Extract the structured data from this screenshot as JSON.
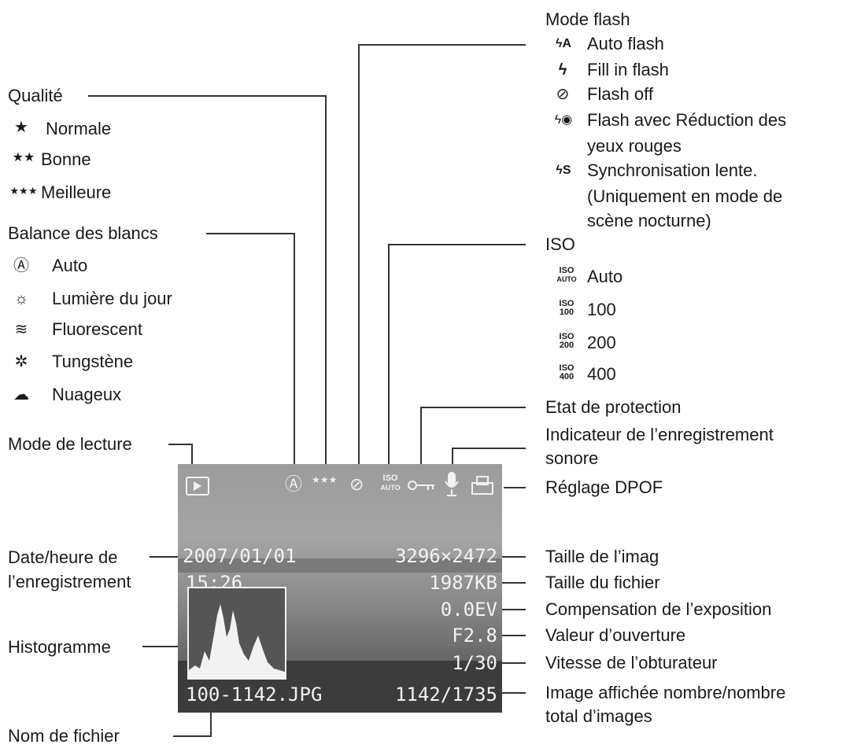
{
  "quality": {
    "title": "Qualité",
    "items": [
      {
        "icon": "★",
        "label": "Normale"
      },
      {
        "icon": "★★",
        "label": "Bonne"
      },
      {
        "icon": "★★★",
        "label": "Meilleure"
      }
    ]
  },
  "white_balance": {
    "title": "Balance des blancs",
    "items": [
      {
        "icon": "Ⓐ",
        "label": "Auto"
      },
      {
        "icon": "☼",
        "label": "Lumière du jour"
      },
      {
        "icon": "≋",
        "label": "Fluorescent"
      },
      {
        "icon": "✲",
        "label": "Tungstène"
      },
      {
        "icon": "☁",
        "label": "Nuageux"
      }
    ]
  },
  "flash": {
    "title": "Mode flash",
    "items": [
      {
        "icon": "ϟA",
        "label": "Auto flash"
      },
      {
        "icon": "ϟ",
        "label": "Fill in flash"
      },
      {
        "icon": "⊘",
        "label": "Flash off"
      },
      {
        "icon": "ϟ◉",
        "label": "Flash avec Réduction des"
      },
      {
        "icon": "",
        "label": "yeux rouges"
      },
      {
        "icon": "ϟS",
        "label": "Synchronisation lente."
      },
      {
        "icon": "",
        "label": "(Uniquement en mode de"
      },
      {
        "icon": "",
        "label": "scène nocturne)"
      }
    ]
  },
  "iso": {
    "title": "ISO",
    "items": [
      {
        "icon_top": "ISO",
        "icon_bottom": "AUTO",
        "label": "Auto"
      },
      {
        "icon_top": "ISO",
        "icon_bottom": "100",
        "label": "100"
      },
      {
        "icon_top": "ISO",
        "icon_bottom": "200",
        "label": "200"
      },
      {
        "icon_top": "ISO",
        "icon_bottom": "400",
        "label": "400"
      }
    ]
  },
  "left_labels": {
    "playback_mode": "Mode de lecture",
    "datetime_1": "Date/heure de",
    "datetime_2": "l’enregistrement",
    "histogram": "Histogramme",
    "filename": "Nom de fichier"
  },
  "right_labels": {
    "protection": "Etat de protection",
    "sound_1": "Indicateur de l’enregistrement",
    "sound_2": "sonore",
    "dpof": "Réglage DPOF",
    "image_size": "Taille de l’imag",
    "file_size": "Taille du fichier",
    "exposure": "Compensation de l’exposition",
    "aperture": "Valeur d’ouverture",
    "shutter": "Vitesse de l’obturateur",
    "count_1": "Image affichée nombre/nombre",
    "count_2": "total d’images"
  },
  "screen": {
    "date": "2007/01/01",
    "time": "15:26",
    "image_size": "3296×2472",
    "file_size": "1987KB",
    "exposure": "0.0EV",
    "aperture": "F2.8",
    "shutter": "1/30",
    "filename": "100-1142.JPG",
    "counter": "1142/1735",
    "iso_top": "ISO",
    "iso_bottom": "AUTO"
  }
}
